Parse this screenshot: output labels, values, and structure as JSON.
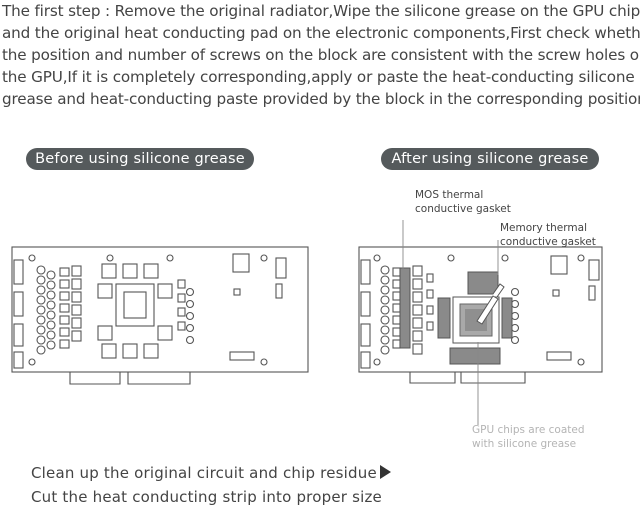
{
  "intro": {
    "lines": [
      "The first step : Remove the original radiator,Wipe the silicone grease on the GPU chip",
      "and the original heat conducting pad on the electronic components,First check whether",
      "the position and number of screws on the block are consistent with the screw holes on",
      "the GPU,If it is completely corresponding,apply or paste the heat-conducting silicone",
      "grease and heat-conducting paste provided by the block in the corresponding position."
    ]
  },
  "panels": {
    "before_label": "Before using silicone grease",
    "after_label": "After using silicone grease"
  },
  "annotations": {
    "mos": [
      "MOS thermal",
      "conductive gasket"
    ],
    "memory": [
      "Memory thermal",
      "conductive gasket"
    ],
    "gpu": [
      "GPU chips are coated",
      "with silicone grease"
    ]
  },
  "steps": {
    "step1": "Clean up the original circuit and chip residue",
    "step2": "Cut the heat conducting strip into proper size"
  },
  "colors": {
    "pill_bg": "#555a5c",
    "pad_gray": "#8a8a8a",
    "grease_gray": "#a9a9a9",
    "line": "#555555"
  }
}
